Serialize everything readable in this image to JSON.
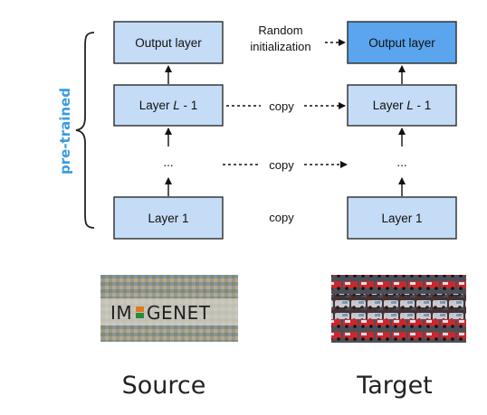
{
  "side_label": "pre-trained",
  "source": {
    "caption": "Source",
    "layers": [
      "Output layer",
      "Layer L - 1",
      "...",
      "Layer 1"
    ],
    "image_text": [
      "IM",
      "GENET"
    ]
  },
  "target": {
    "caption": "Target",
    "layers": [
      "Output layer",
      "Layer L - 1",
      "...",
      "Layer 1"
    ]
  },
  "connectors": {
    "random_init": [
      "Random",
      "initialization"
    ],
    "copy": "copy"
  },
  "colors": {
    "box_fill": "#c5dcf6",
    "box_stroke": "#2c2c2c",
    "target_output_fill": "#5aa5ee",
    "side_label": "#3a9be0"
  }
}
